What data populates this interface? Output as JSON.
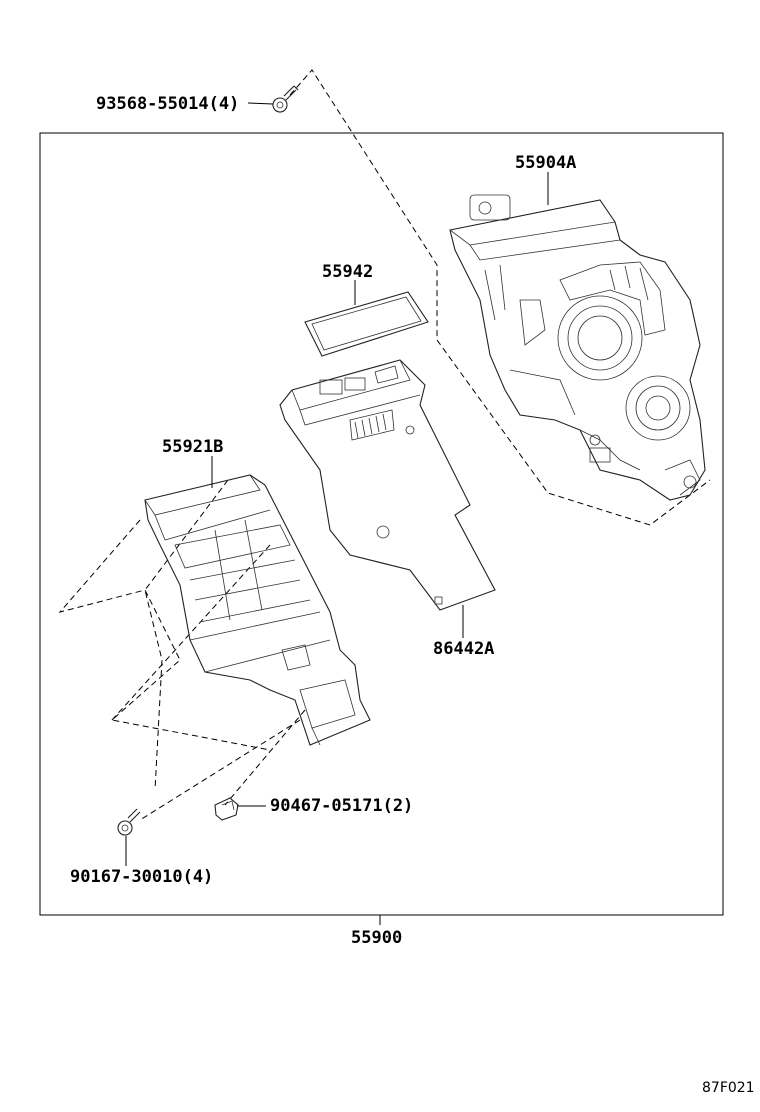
{
  "callouts": {
    "screw_top": "93568-55014(4)",
    "panel": "55904A",
    "pad": "55942",
    "housing": "55921B",
    "board": "86442A",
    "clip": "90467-05171(2)",
    "screw_bottom": "90167-30010(4)",
    "assembly": "55900"
  },
  "diagram_code": "87F021"
}
